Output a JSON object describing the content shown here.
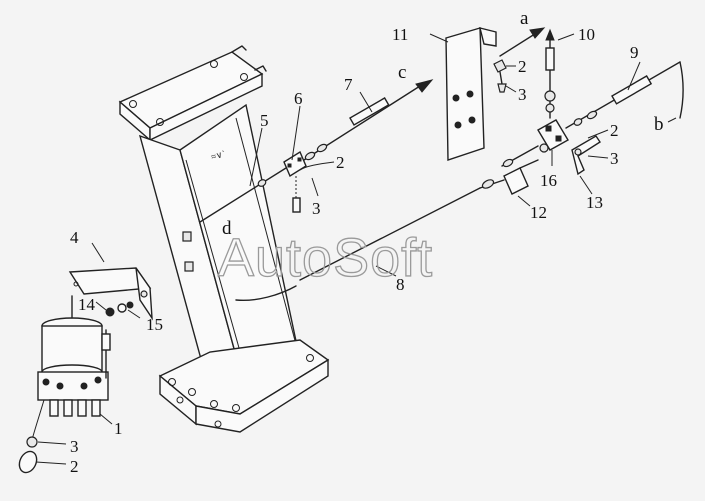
{
  "watermark": "AutoSoft",
  "callouts": {
    "c1": "1",
    "c2a": "2",
    "c2b": "2",
    "c2c": "2",
    "c2d": "2",
    "c3a": "3",
    "c3b": "3",
    "c3c": "3",
    "c3d": "3",
    "c4": "4",
    "c5": "5",
    "c6": "6",
    "c7": "7",
    "c8": "8",
    "c9": "9",
    "c10": "10",
    "c11": "11",
    "c12": "12",
    "c13": "13",
    "c14": "14",
    "c15": "15",
    "c16": "16"
  },
  "letters": {
    "a": "a",
    "b": "b",
    "c": "c",
    "d": "d"
  },
  "colors": {
    "line": "#222222",
    "background": "#f4f4f4",
    "watermark": "#9a9a9a"
  }
}
